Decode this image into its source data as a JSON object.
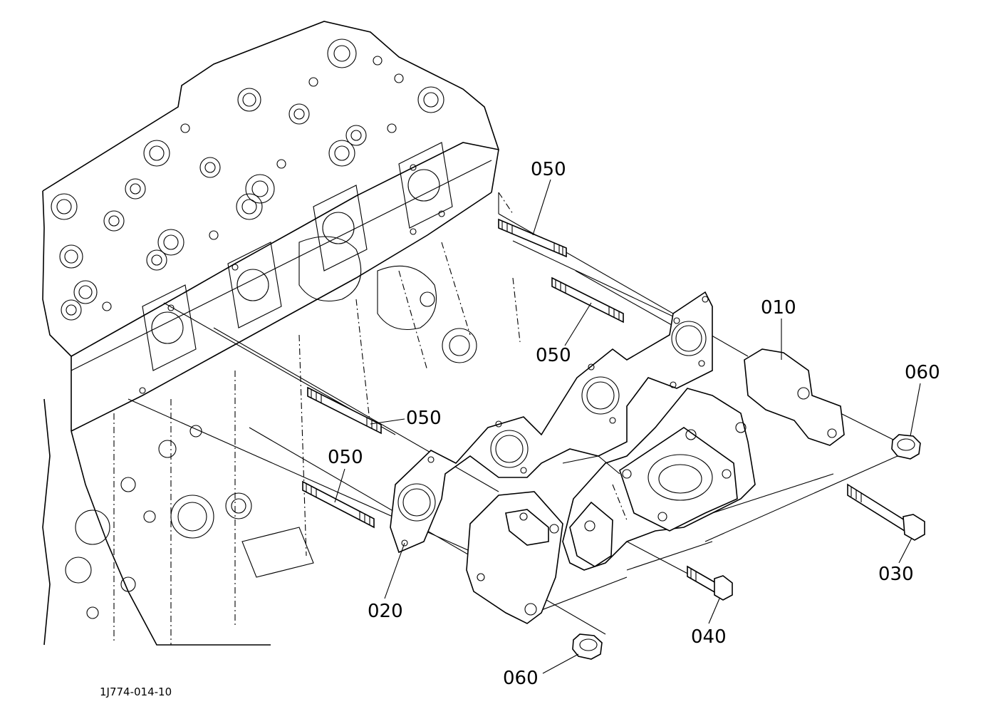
{
  "drawing_code": "1J774-014-10",
  "callouts": {
    "part_050_a": "050",
    "part_050_b": "050",
    "part_050_c": "050",
    "part_050_d": "050",
    "part_010": "010",
    "part_060_a": "060",
    "part_060_b": "060",
    "part_020": "020",
    "part_030": "030",
    "part_040": "040"
  }
}
